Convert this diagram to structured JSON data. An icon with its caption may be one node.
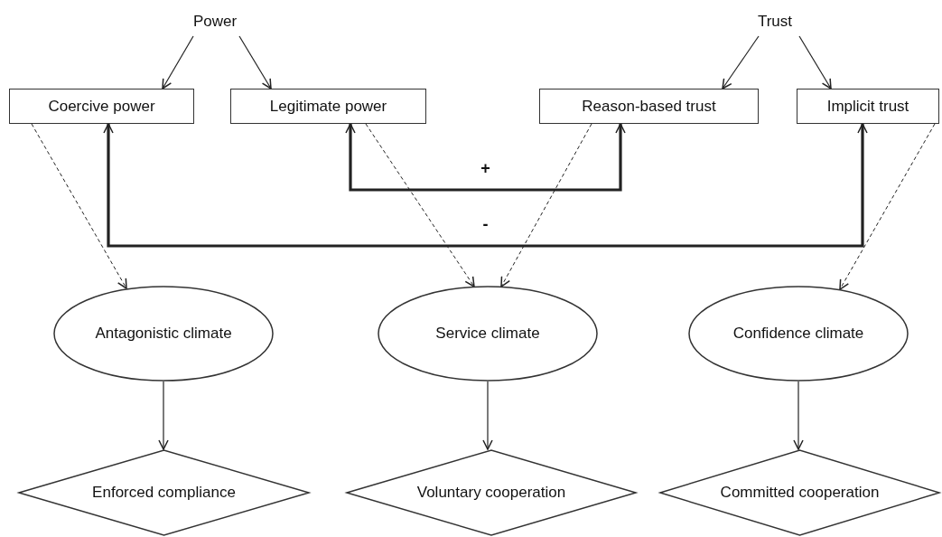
{
  "diagram": {
    "nodes": [
      {
        "text": [
          "Power"
        ]
      },
      {
        "text": [
          "Trust"
        ]
      },
      {
        "text": [
          "Coercive power"
        ]
      },
      {
        "text": [
          "Legitimate power"
        ]
      },
      {
        "text": [
          "Reason-based trust"
        ]
      },
      {
        "text": [
          "Implicit trust"
        ]
      },
      {
        "text": [
          "Antagonistic climate"
        ]
      },
      {
        "text": [
          "Service climate"
        ]
      },
      {
        "text": [
          "Confidence climate"
        ]
      },
      {
        "text": [
          "Enforced compliance"
        ]
      },
      {
        "text": [
          "Voluntary cooperation"
        ]
      },
      {
        "text": [
          "Committed cooperation"
        ]
      }
    ],
    "edges": [
      {
        "from": 0,
        "to": 2,
        "arrow": "to"
      },
      {
        "from": 0,
        "to": 3,
        "arrow": "to"
      },
      {
        "from": 1,
        "to": 4,
        "arrow": "to"
      },
      {
        "from": 1,
        "to": 5,
        "arrow": "to"
      },
      {
        "from": 2,
        "to": 6,
        "arrow": "to",
        "style": "dashed"
      },
      {
        "from": 3,
        "to": 7,
        "arrow": "to",
        "style": "dashed"
      },
      {
        "from": 4,
        "to": 7,
        "arrow": "to",
        "style": "dashed"
      },
      {
        "from": 5,
        "to": 8,
        "arrow": "to",
        "style": "dashed"
      },
      {
        "from": 3,
        "to": 4,
        "arrow": "both",
        "label": "+",
        "style": "thick"
      },
      {
        "from": 2,
        "to": 5,
        "arrow": "both",
        "label": "-",
        "style": "thick"
      },
      {
        "from": 6,
        "to": 9,
        "arrow": "to"
      },
      {
        "from": 7,
        "to": 10,
        "arrow": "to"
      },
      {
        "from": 8,
        "to": 11,
        "arrow": "to"
      }
    ]
  }
}
